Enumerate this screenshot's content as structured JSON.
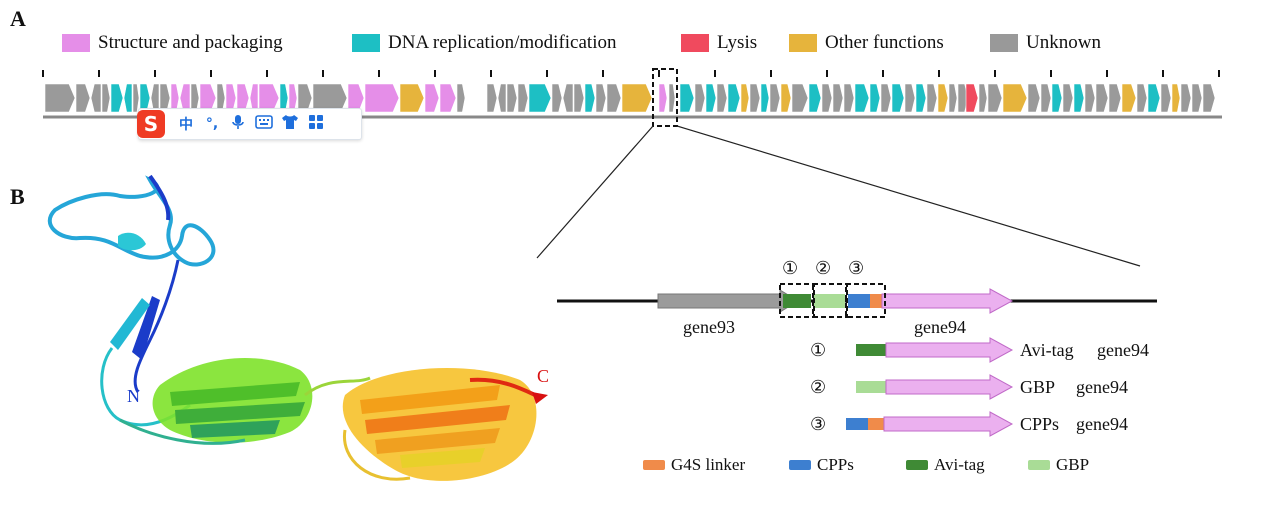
{
  "panels": {
    "a": "A",
    "b": "B"
  },
  "legend": [
    {
      "label": "Structure and packaging",
      "color": "#e58ee8"
    },
    {
      "label": "DNA replication/modification",
      "color": "#1dbfc4"
    },
    {
      "label": "Lysis",
      "color": "#f04a5e"
    },
    {
      "label": "Other functions",
      "color": "#e6b43c"
    },
    {
      "label": "Unknown",
      "color": "#999999"
    }
  ],
  "genome_colors": {
    "structure": "#e58ee8",
    "dna": "#1dbfc4",
    "lysis": "#f04a5e",
    "other": "#e6b43c",
    "unknown": "#9a9a9a"
  },
  "ime_toolbar": {
    "logo": "S",
    "buttons": [
      "中",
      "°,",
      "mic-icon",
      "keyboard-icon",
      "shirt-icon",
      "grid-icon"
    ],
    "accent": "#1f6fdc"
  },
  "protein": {
    "n_label": "N",
    "c_label": "C"
  },
  "construct": {
    "gene93": "gene93",
    "gene94": "gene94",
    "markers": [
      "①",
      "②",
      "③"
    ],
    "variants": [
      {
        "marker": "①",
        "tag": "Avi-tag",
        "gene": "gene94"
      },
      {
        "marker": "②",
        "tag": "GBP",
        "gene": "gene94"
      },
      {
        "marker": "③",
        "tag": "CPPs",
        "gene": "gene94"
      }
    ]
  },
  "element_legend": [
    {
      "label": "G4S linker",
      "color": "#f08b4a"
    },
    {
      "label": "CPPs",
      "color": "#3d7fd0"
    },
    {
      "label": "Avi-tag",
      "color": "#3f8a35"
    },
    {
      "label": "GBP",
      "color": "#a9dc96"
    }
  ]
}
